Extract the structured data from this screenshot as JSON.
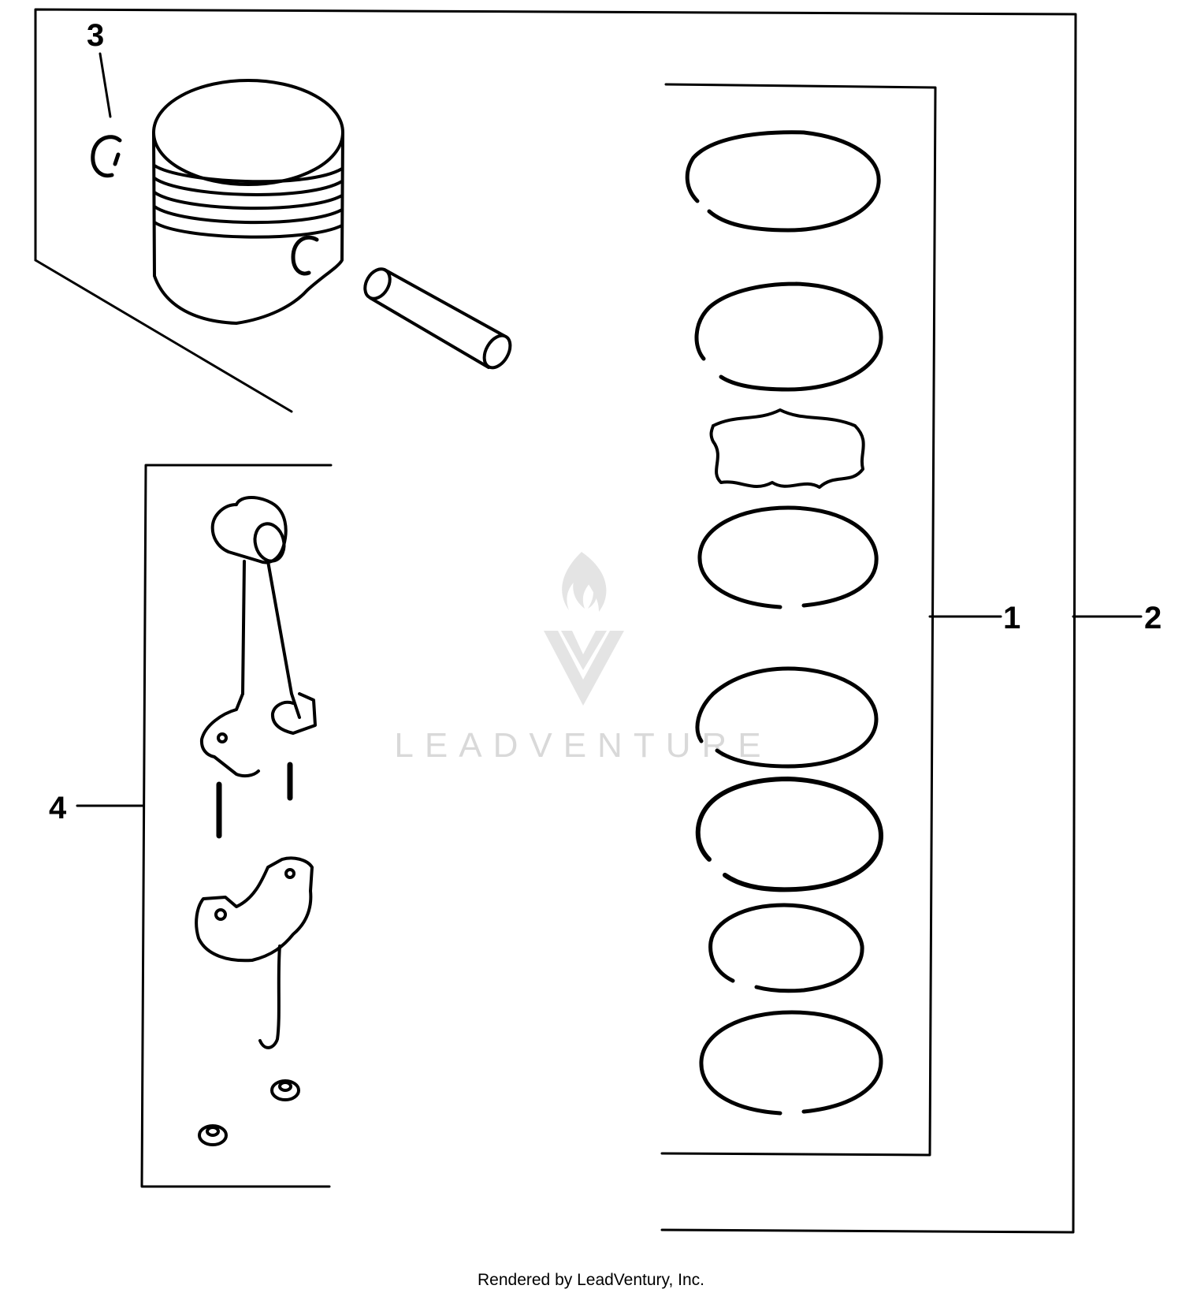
{
  "callouts": {
    "c1": "1",
    "c2": "2",
    "c3": "3",
    "c4": "4"
  },
  "watermark": {
    "text": "LEADVENTURE",
    "color": "#d9d9d9"
  },
  "footer": {
    "credit": "Rendered by LeadVentury, Inc."
  },
  "colors": {
    "ink": "#000000",
    "background": "#ffffff"
  }
}
